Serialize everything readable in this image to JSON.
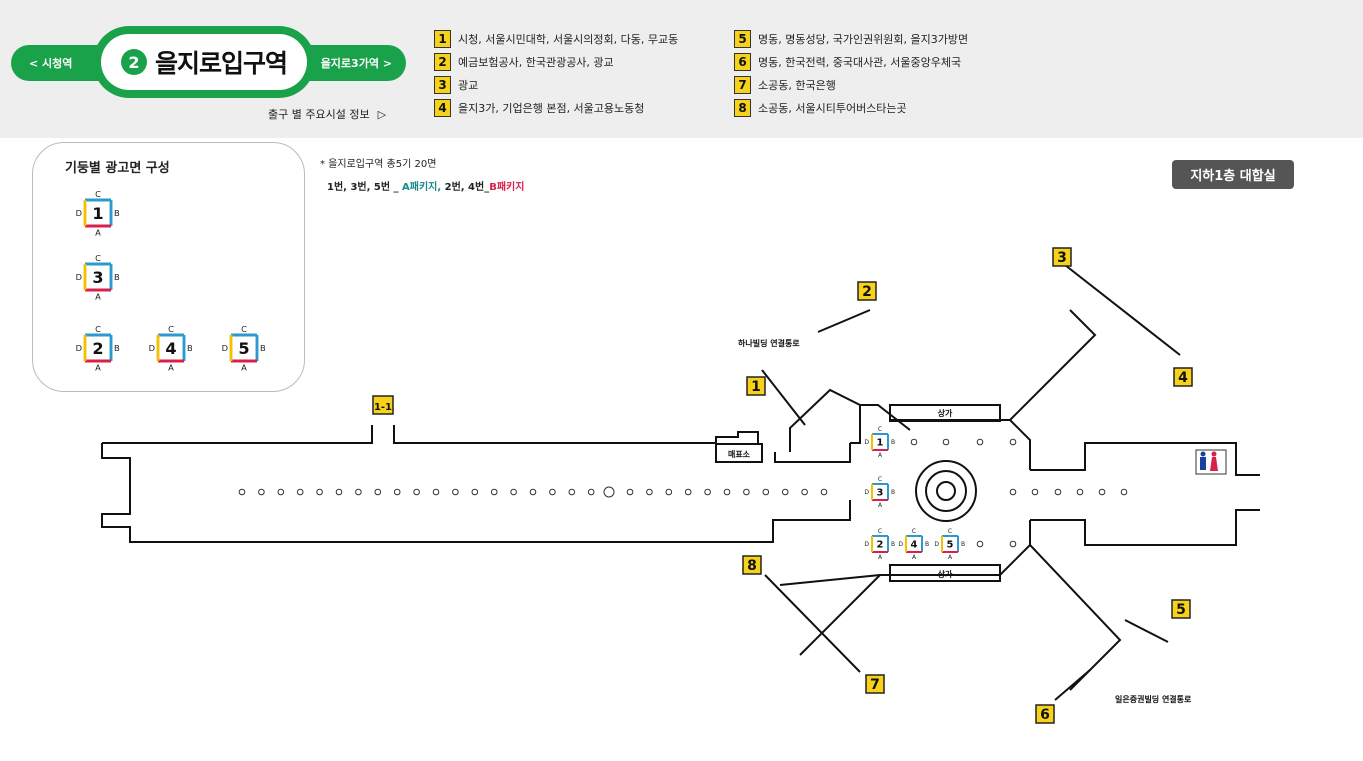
{
  "header": {
    "prev_station": "<  시청역",
    "next_station": "을지로3가역  >",
    "line_number": "2",
    "station_name": "을지로입구역",
    "exit_info_link": "출구 별 주요시설 정보",
    "exit_info_arrow": "▷"
  },
  "exits_left": [
    {
      "num": "1",
      "desc": "시청, 서울시민대학, 서울시의정회, 다동, 무교동"
    },
    {
      "num": "2",
      "desc": "예금보험공사, 한국관광공사, 광교"
    },
    {
      "num": "3",
      "desc": "광교"
    },
    {
      "num": "4",
      "desc": "을지3가, 기업은행 본점, 서울고용노동청"
    }
  ],
  "exits_right": [
    {
      "num": "5",
      "desc": "명동, 명동성당, 국가인권위원회, 을지3가방면"
    },
    {
      "num": "6",
      "desc": "명동, 한국전력, 중국대사관, 서울중앙우체국"
    },
    {
      "num": "7",
      "desc": "소공동, 한국은행"
    },
    {
      "num": "8",
      "desc": "소공동, 서울시티투어버스타는곳"
    }
  ],
  "legend": {
    "title": "기둥별 광고면 구성",
    "pillars": [
      "1",
      "3",
      "2",
      "4",
      "5"
    ],
    "side_labels": {
      "top": "C",
      "right": "B",
      "bottom": "A",
      "left": "D"
    },
    "side_colors": {
      "top": "#2a9ad0",
      "right": "#2a9ad0",
      "bottom": "#d8204a",
      "left": "#f2c200"
    }
  },
  "notes": {
    "line1": "* 을지로입구역 총5기 20면",
    "line2_prefix": "1번, 3번, 5번 _ ",
    "pkg_a": "A패키지,",
    "line2_mid": " 2번, 4번_",
    "pkg_b": "B패키지"
  },
  "floor": "지하1층 대합실",
  "map": {
    "exit_labels": [
      "1-1",
      "1",
      "2",
      "3",
      "4",
      "5",
      "6",
      "7",
      "8"
    ],
    "shop_top": "상가",
    "shop_bottom": "상가",
    "ticket_office": "매표소",
    "connector_hana": "하나빌딩 연결통로",
    "connector_ilun": "일은증권빌딩 연결통로",
    "pillars": [
      "1",
      "3",
      "2",
      "4",
      "5"
    ],
    "pillar_side_labels": {
      "top": "C",
      "right": "B",
      "bottom": "A",
      "left": "D"
    }
  },
  "colors": {
    "line_green": "#1aa24a",
    "exit_yellow": "#f7d21a",
    "pkg_a": "#1a8a8a",
    "pkg_b": "#d8204a"
  }
}
